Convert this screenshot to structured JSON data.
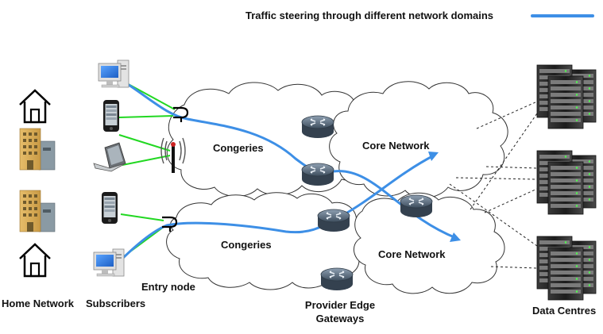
{
  "legend": {
    "label": "Traffic steering through different network domains",
    "line_color": "#3d8fe6"
  },
  "labels": {
    "congeries_top": "Congeries",
    "congeries_bottom": "Congeries",
    "core_top": "Core Network",
    "core_bottom": "Core Network",
    "entry_node": "Entry node",
    "home_network": "Home Network",
    "subscribers": "Subscribers",
    "pe_line1": "Provider Edge",
    "pe_line2": "Gateways",
    "data_centres": "Data Centres"
  },
  "colors": {
    "cloud_fill": "#ffffff",
    "cloud_stroke": "#333333",
    "access_link": "#22d822",
    "router": "#5f7387",
    "traffic": "#3d8fe6"
  },
  "icons": {
    "home": "house-icon",
    "building": "building-icon",
    "desktop": "desktop-computer-icon",
    "phone": "smartphone-icon",
    "laptop": "laptop-icon",
    "antenna": "wireless-antenna-icon",
    "entry": "entry-node-icon",
    "router": "router-icon",
    "server": "server-rack-icon"
  }
}
